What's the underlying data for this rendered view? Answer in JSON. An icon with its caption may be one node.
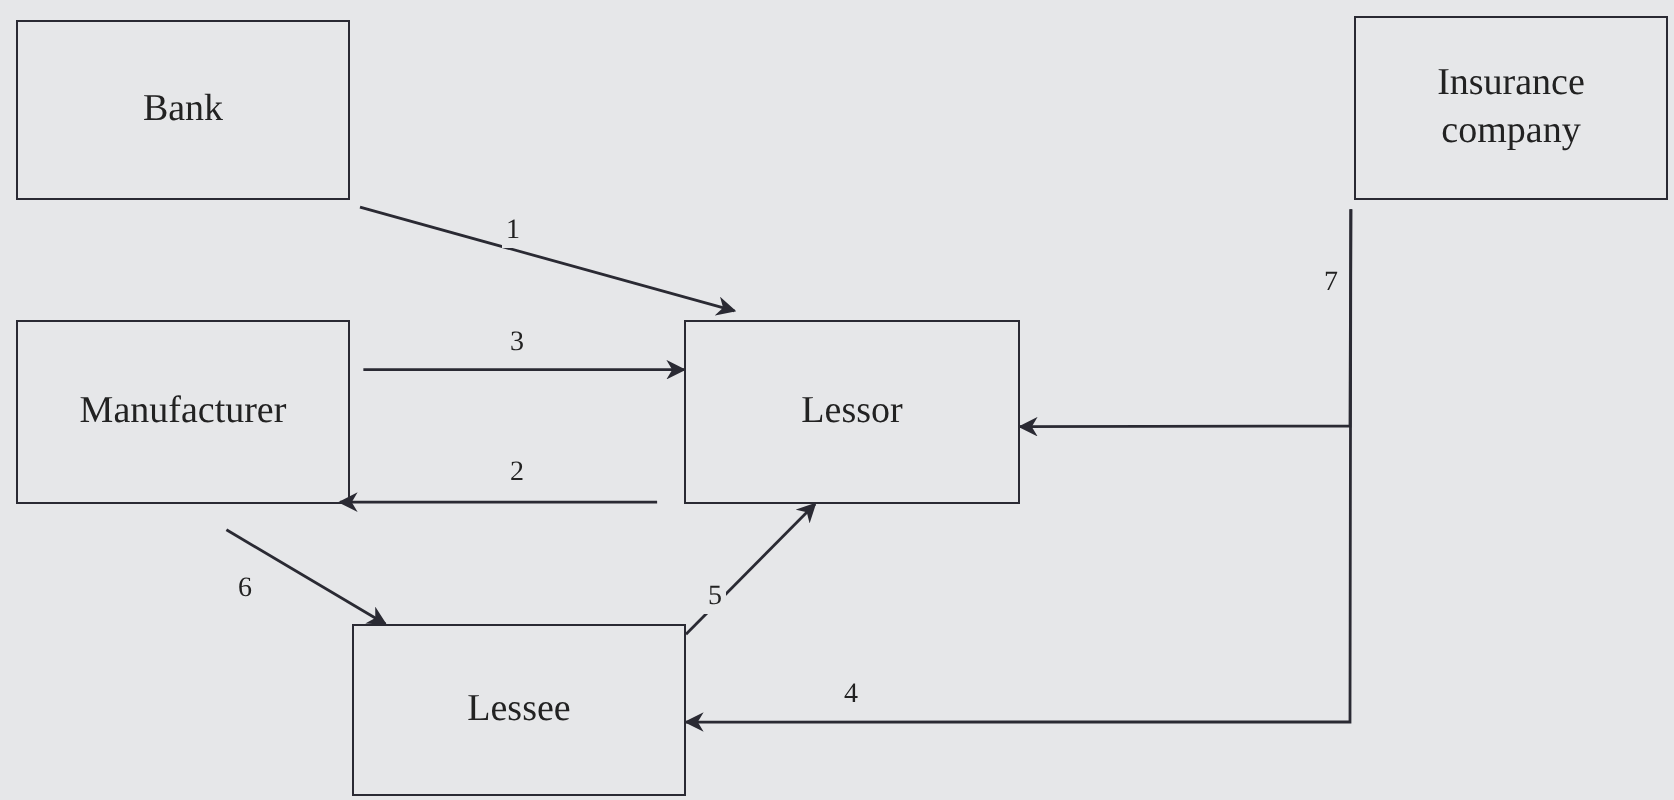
{
  "diagram": {
    "nodes": [
      {
        "text": [
          "Bank"
        ]
      },
      {
        "text": [
          "Insurance company"
        ]
      },
      {
        "text": [
          "Manufacturer"
        ]
      },
      {
        "text": [
          "Lessor"
        ]
      },
      {
        "text": [
          "Lessee"
        ]
      }
    ],
    "edges": [
      {
        "from": 0,
        "to": 3,
        "arrow": "to",
        "label": "1"
      },
      {
        "from": 2,
        "to": 3,
        "arrow": "to",
        "label": "3"
      },
      {
        "from": 3,
        "to": 2,
        "arrow": "to",
        "label": "2"
      },
      {
        "from": 2,
        "to": 4,
        "arrow": "to",
        "label": "6"
      },
      {
        "from": 4,
        "to": 3,
        "arrow": "to",
        "label": "5"
      },
      {
        "from": 1,
        "to": 3,
        "arrow": "to",
        "label": "7"
      },
      {
        "from": 1,
        "to": 4,
        "arrow": "to",
        "label": "4"
      }
    ]
  }
}
